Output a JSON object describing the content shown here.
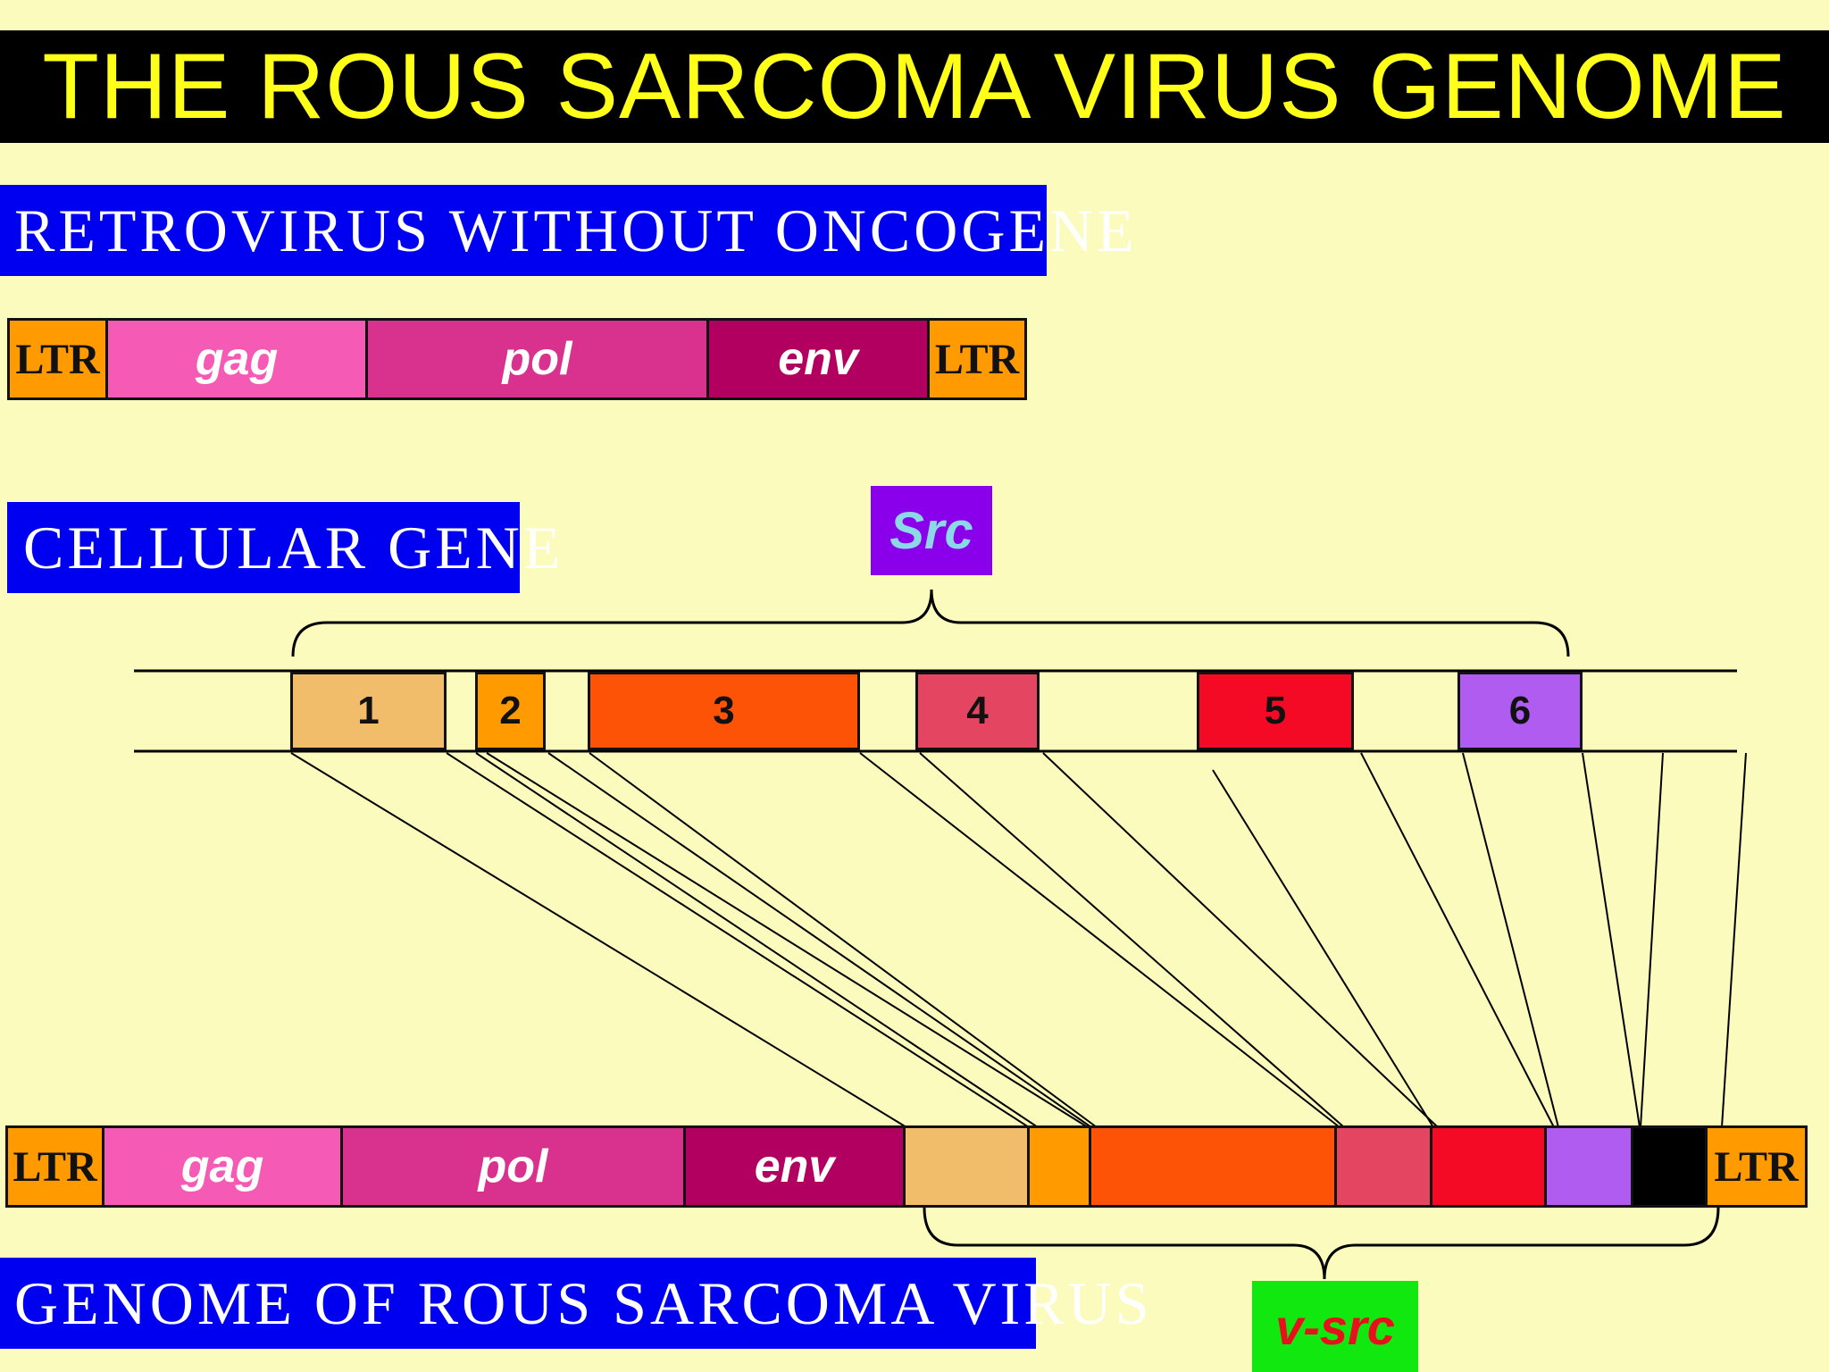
{
  "title": "THE ROUS SARCOMA VIRUS GENOME",
  "labels": {
    "retrovirus": "RETROVIRUS WITHOUT ONCOGENE",
    "cellular": "CELLULAR GENE",
    "rsv": "GENOME OF ROUS SARCOMA VIRUS"
  },
  "retrovirus_segments": [
    {
      "label": "LTR",
      "color": "#ff9a00"
    },
    {
      "label": "gag",
      "color": "#f55ab4"
    },
    {
      "label": "pol",
      "color": "#d8328e"
    },
    {
      "label": "env",
      "color": "#b20060"
    },
    {
      "label": "LTR",
      "color": "#ff9a00"
    }
  ],
  "cellular_gene": {
    "name": "Src",
    "name_color": "#8bd8e8",
    "box_color": "#8a00ea",
    "exons": [
      {
        "label": "1",
        "color": "#f2bd6a"
      },
      {
        "label": "2",
        "color": "#ff9a00"
      },
      {
        "label": "3",
        "color": "#fd5306"
      },
      {
        "label": "4",
        "color": "#e44661"
      },
      {
        "label": "5",
        "color": "#f50a26"
      },
      {
        "label": "6",
        "color": "#b05cf0"
      }
    ]
  },
  "rsv_segments": [
    {
      "label": "LTR",
      "color": "#ff9a00"
    },
    {
      "label": "gag",
      "color": "#f55ab4"
    },
    {
      "label": "pol",
      "color": "#d8328e"
    },
    {
      "label": "env",
      "color": "#b20060"
    },
    {
      "label": "",
      "color": "#f2bd6a"
    },
    {
      "label": "",
      "color": "#ff9a00"
    },
    {
      "label": "",
      "color": "#fd5306"
    },
    {
      "label": "",
      "color": "#e44661"
    },
    {
      "label": "",
      "color": "#f50a26"
    },
    {
      "label": "",
      "color": "#b05cf0"
    },
    {
      "label": "",
      "color": "#000000"
    },
    {
      "label": "LTR",
      "color": "#ff9a00"
    }
  ],
  "vsrc": {
    "name": "v-src",
    "name_color": "#e8101c",
    "box_color": "#10e810"
  }
}
